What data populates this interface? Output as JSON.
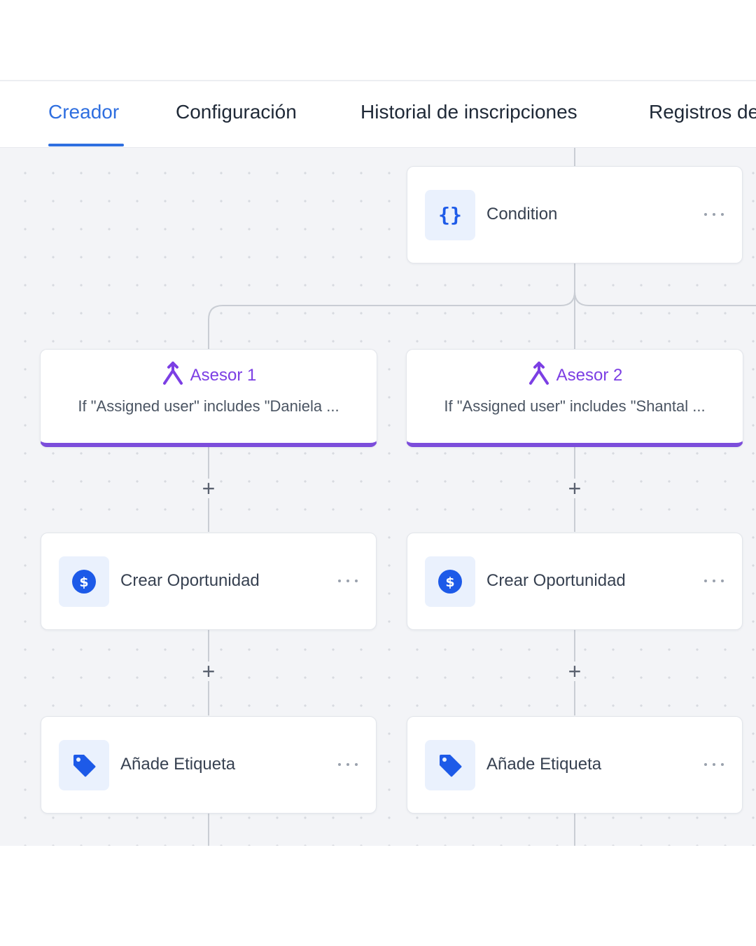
{
  "tabs": [
    {
      "label": "Creador",
      "active": true
    },
    {
      "label": "Configuración",
      "active": false
    },
    {
      "label": "Historial de inscripciones",
      "active": false
    },
    {
      "label": "Registros de",
      "active": false
    }
  ],
  "workflow": {
    "condition": {
      "label": "Condition",
      "icon": "braces-icon"
    },
    "branches": [
      {
        "title": "Asesor 1",
        "description": "If \"Assigned user\" includes \"Daniela ...",
        "icon": "branch-split-icon",
        "steps": [
          {
            "label": "Crear Oportunidad",
            "icon": "dollar-icon"
          },
          {
            "label": "Añade Etiqueta",
            "icon": "tag-icon"
          }
        ]
      },
      {
        "title": "Asesor 2",
        "description": "If \"Assigned user\" includes \"Shantal ...",
        "icon": "branch-split-icon",
        "steps": [
          {
            "label": "Crear Oportunidad",
            "icon": "dollar-icon"
          },
          {
            "label": "Añade Etiqueta",
            "icon": "tag-icon"
          }
        ]
      }
    ],
    "add_step_label": "+"
  },
  "colors": {
    "accent": "#2f6fe0",
    "branch": "#7c4ddb",
    "icon_bg": "#eaf1fd",
    "icon_fg": "#1d5ae8"
  }
}
